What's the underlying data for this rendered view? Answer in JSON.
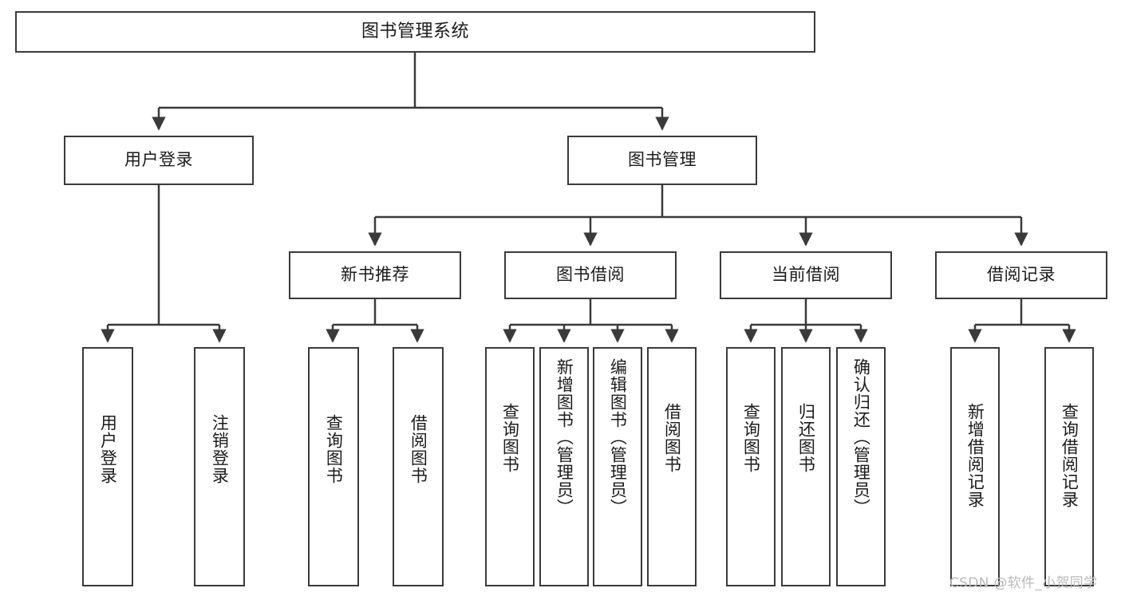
{
  "diagram": {
    "type": "tree-hierarchy",
    "title": "图书管理系统",
    "root": {
      "id": "root",
      "label": "图书管理系统",
      "orientation": "horizontal"
    },
    "level2": [
      {
        "id": "user-login",
        "label": "用户登录",
        "orientation": "horizontal"
      },
      {
        "id": "book-manage",
        "label": "图书管理",
        "orientation": "horizontal"
      }
    ],
    "level3": [
      {
        "id": "new-book-rec",
        "label": "新书推荐",
        "orientation": "horizontal",
        "parent": "book-manage"
      },
      {
        "id": "book-borrow",
        "label": "图书借阅",
        "orientation": "horizontal",
        "parent": "book-manage"
      },
      {
        "id": "current-borrow",
        "label": "当前借阅",
        "orientation": "horizontal",
        "parent": "book-manage"
      },
      {
        "id": "borrow-record",
        "label": "借阅记录",
        "orientation": "horizontal",
        "parent": "book-manage"
      }
    ],
    "leaves": [
      {
        "id": "leaf-user-login",
        "label": "用户登录",
        "parent": "user-login",
        "orientation": "vertical"
      },
      {
        "id": "leaf-user-logout",
        "label": "注销登录",
        "parent": "user-login",
        "orientation": "vertical"
      },
      {
        "id": "leaf-query-book-1",
        "label": "查询图书",
        "parent": "new-book-rec",
        "orientation": "vertical"
      },
      {
        "id": "leaf-borrow-book-1",
        "label": "借阅图书",
        "parent": "new-book-rec",
        "orientation": "vertical"
      },
      {
        "id": "leaf-query-book-2",
        "label": "查询图书",
        "parent": "book-borrow",
        "orientation": "vertical"
      },
      {
        "id": "leaf-add-book",
        "label": "新增图书（管理员）",
        "parent": "book-borrow",
        "orientation": "vertical"
      },
      {
        "id": "leaf-edit-book",
        "label": "编辑图书（管理员）",
        "parent": "book-borrow",
        "orientation": "vertical"
      },
      {
        "id": "leaf-borrow-book-2",
        "label": "借阅图书",
        "parent": "book-borrow",
        "orientation": "vertical"
      },
      {
        "id": "leaf-query-book-3",
        "label": "查询图书",
        "parent": "current-borrow",
        "orientation": "vertical"
      },
      {
        "id": "leaf-return-book",
        "label": "归还图书",
        "parent": "current-borrow",
        "orientation": "vertical"
      },
      {
        "id": "leaf-confirm-return",
        "label": "确认归还（管理员）",
        "parent": "current-borrow",
        "orientation": "vertical"
      },
      {
        "id": "leaf-add-record",
        "label": "新增借阅记录",
        "parent": "borrow-record",
        "orientation": "vertical"
      },
      {
        "id": "leaf-query-record",
        "label": "查询借阅记录",
        "parent": "borrow-record",
        "orientation": "vertical"
      }
    ]
  },
  "style": {
    "border_color": "#3a3a3a",
    "edge_color": "#3a3a3a",
    "background": "#ffffff",
    "text_color": "#1b1b1b",
    "watermark_color": "#b9b9b9"
  },
  "watermark": {
    "text": "CSDN @软件_小贺同学"
  }
}
